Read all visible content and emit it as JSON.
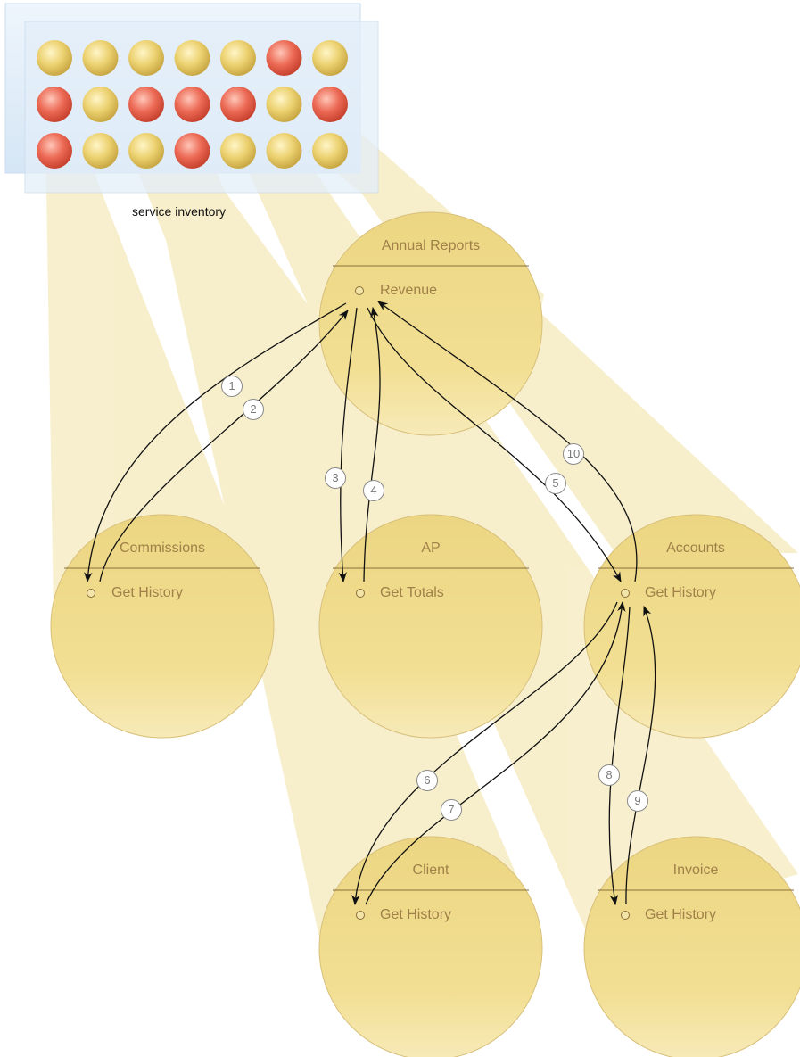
{
  "inventory": {
    "caption": "service inventory",
    "rows": [
      [
        "yellow",
        "yellow",
        "yellow",
        "yellow",
        "yellow",
        "red",
        "yellow"
      ],
      [
        "red",
        "yellow",
        "red",
        "red",
        "red",
        "yellow",
        "red"
      ],
      [
        "red",
        "yellow",
        "yellow",
        "red",
        "yellow",
        "yellow",
        "yellow"
      ]
    ],
    "colors": {
      "yellow": "#e8c95e",
      "red": "#e9604f",
      "beam": "#f0dfa0",
      "panel": "#dbe9f6"
    }
  },
  "services": [
    {
      "id": "annual",
      "title": "Annual Reports",
      "operation": "Revenue"
    },
    {
      "id": "commissions",
      "title": "Commissions",
      "operation": "Get History"
    },
    {
      "id": "ap",
      "title": "AP",
      "operation": "Get Totals"
    },
    {
      "id": "accounts",
      "title": "Accounts",
      "operation": "Get History"
    },
    {
      "id": "client",
      "title": "Client",
      "operation": "Get History"
    },
    {
      "id": "invoice",
      "title": "Invoice",
      "operation": "Get History"
    }
  ],
  "steps": [
    "1",
    "2",
    "3",
    "4",
    "5",
    "6",
    "7",
    "8",
    "9",
    "10"
  ]
}
